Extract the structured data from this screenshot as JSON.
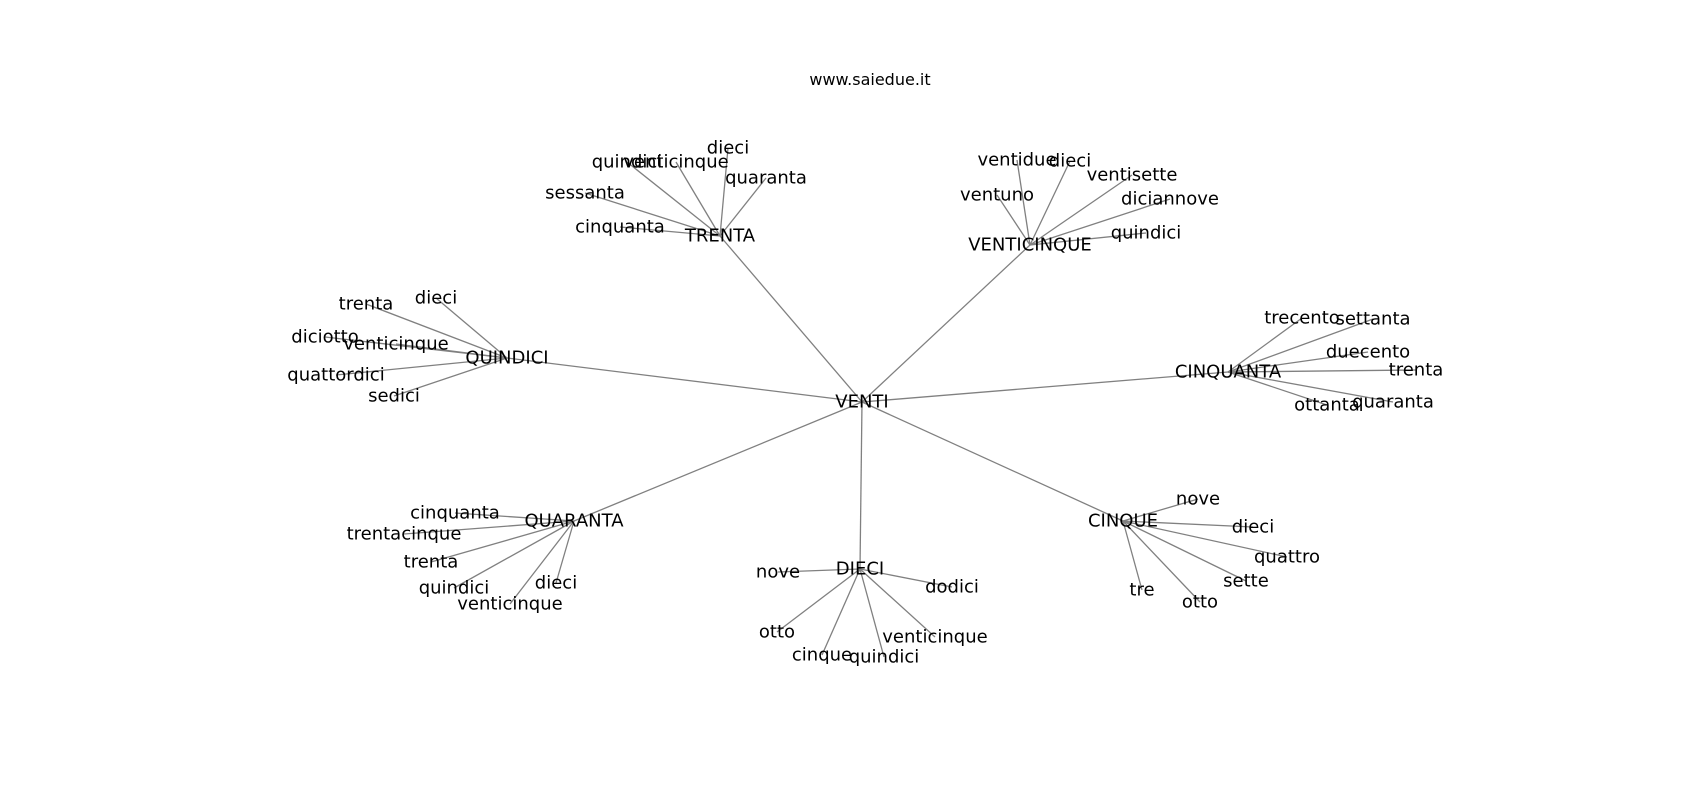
{
  "caption": "www.saiedue.it",
  "edge_color": "#808080",
  "text_color": "#000000",
  "background": "#ffffff",
  "graph": {
    "root": "VENTI",
    "hubs": [
      {
        "id": "trenta",
        "label": "TRENTA",
        "leaves": [
          "dieci",
          "quaranta",
          "venticinque",
          "quindici",
          "sessanta",
          "cinquanta"
        ]
      },
      {
        "id": "venticinque",
        "label": "VENTICINQUE",
        "leaves": [
          "dieci",
          "ventisette",
          "diciannove",
          "quindici",
          "ventidue",
          "ventuno"
        ]
      },
      {
        "id": "quindici",
        "label": "QUINDICI",
        "leaves": [
          "dieci",
          "trenta",
          "diciotto",
          "venticinque",
          "quattordici",
          "sedici"
        ]
      },
      {
        "id": "cinquanta",
        "label": "CINQUANTA",
        "leaves": [
          "trecento",
          "settanta",
          "duecento",
          "trenta",
          "quaranta",
          "ottanta"
        ]
      },
      {
        "id": "quaranta",
        "label": "QUARANTA",
        "leaves": [
          "cinquanta",
          "trentacinque",
          "trenta",
          "quindici",
          "venticinque",
          "dieci"
        ]
      },
      {
        "id": "dieci",
        "label": "DIECI",
        "leaves": [
          "nove",
          "dodici",
          "venticinque",
          "quindici",
          "cinque",
          "otto"
        ]
      },
      {
        "id": "cinque",
        "label": "CINQUE",
        "leaves": [
          "nove",
          "dieci",
          "quattro",
          "sette",
          "otto",
          "tre"
        ]
      }
    ]
  }
}
